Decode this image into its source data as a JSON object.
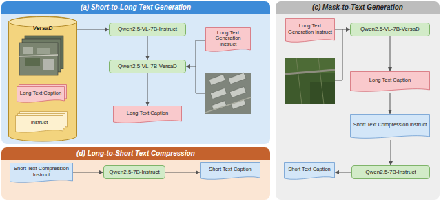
{
  "diagram": {
    "nodes": [
      {
        "text": [
          "(a) Short-to-Long Text Generation"
        ]
      },
      {
        "text": [
          "VersaD"
        ],
        "in": 0
      },
      {
        "text": [
          "Long Text Caption"
        ],
        "in": 1
      },
      {
        "text": [
          "Instruct"
        ],
        "in": 1
      },
      {
        "text": [
          "Qwen2.5-VL-7B-Instruct"
        ],
        "in": 0
      },
      {
        "text": [
          "Qwen2.5-VL-7B-VersaD"
        ],
        "in": 0
      },
      {
        "text": [
          "Long Text Generation Instruct"
        ],
        "in": 0
      },
      {
        "text": [
          "Long Text Caption"
        ],
        "in": 0
      },
      {
        "text": [
          "(c) Mask-to-Text Generation"
        ]
      },
      {
        "text": [
          "Long Text Generation Instruct"
        ],
        "in": 8
      },
      {
        "text": [
          "Qwen2.5-VL-7B-VersaD"
        ],
        "in": 8
      },
      {
        "text": [
          "Long Text Caption"
        ],
        "in": 8
      },
      {
        "text": [
          "Short Text Compression Instruct"
        ],
        "in": 8
      },
      {
        "text": [
          "Qwen2.5-7B-Instruct"
        ],
        "in": 8
      },
      {
        "text": [
          "Short Text Caption"
        ],
        "in": 8
      },
      {
        "text": [
          "(d) Long-to-Short Text Compression"
        ]
      },
      {
        "text": [
          "Short Text Compression Instruct"
        ],
        "in": 15
      },
      {
        "text": [
          "Qwen2.5-7B-Instruct"
        ],
        "in": 15
      },
      {
        "text": [
          "Short Text Caption"
        ],
        "in": 15
      }
    ],
    "edges": [
      {
        "from": 1,
        "to": 4,
        "arrow": "to"
      },
      {
        "from": 4,
        "to": 5,
        "arrow": "to"
      },
      {
        "from": 6,
        "to": 5,
        "arrow": "to"
      },
      {
        "from": 5,
        "to": 7,
        "arrow": "to"
      },
      {
        "from": 9,
        "to": 10,
        "arrow": "to"
      },
      {
        "from": 10,
        "to": 11,
        "arrow": "to"
      },
      {
        "from": 11,
        "to": 12,
        "arrow": "to"
      },
      {
        "from": 12,
        "to": 13,
        "arrow": "to"
      },
      {
        "from": 13,
        "to": 14,
        "arrow": "to"
      },
      {
        "from": 16,
        "to": 17,
        "arrow": "to"
      },
      {
        "from": 17,
        "to": 18,
        "arrow": "to"
      }
    ]
  }
}
